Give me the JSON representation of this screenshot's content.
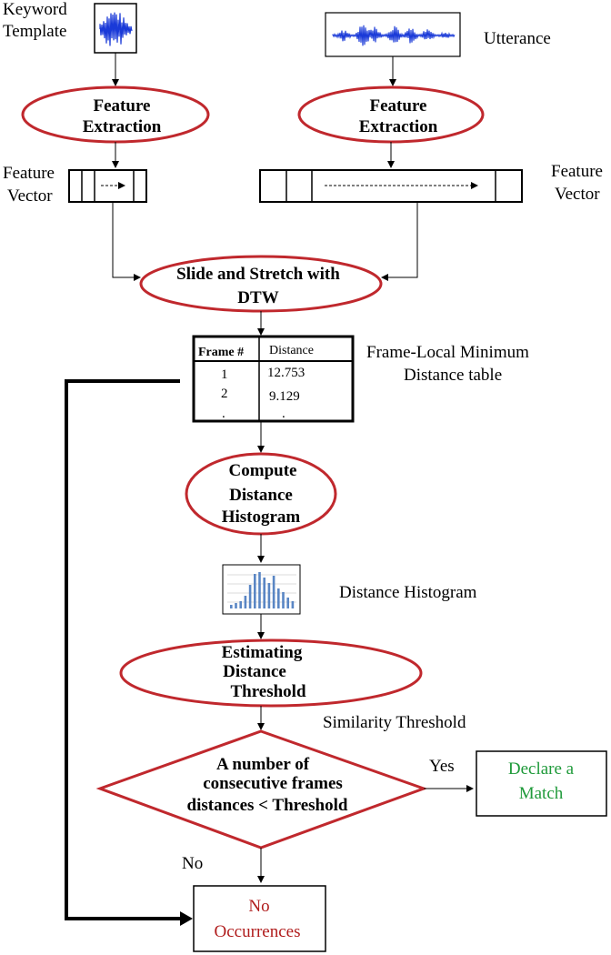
{
  "colors": {
    "ellipse_stroke": "#c0282d",
    "waveform": "#1a3ad8",
    "match_text": "#1f9a3a",
    "no_occ_text": "#b01c1c",
    "histogram_bar": "#5a86c4"
  },
  "inputs": {
    "keyword_template": [
      "Keyword",
      "Template"
    ],
    "utterance": "Utterance",
    "feature_vector_left": [
      "Feature",
      "Vector"
    ],
    "feature_vector_right": [
      "Feature",
      "Vector"
    ]
  },
  "nodes": {
    "fe_left": [
      "Feature",
      "Extraction"
    ],
    "fe_right": [
      "Feature",
      "Extraction"
    ],
    "slide": [
      "Slide and Stretch with",
      "DTW"
    ],
    "compute": [
      "Compute",
      "Distance",
      "Histogram"
    ],
    "estimate": [
      "Estimating",
      "Distance",
      "Threshold"
    ],
    "decision": [
      "A number of",
      "consecutive frames",
      "distances < Threshold"
    ],
    "match": [
      "Declare a",
      "Match"
    ],
    "no_occ": [
      "No",
      "Occurrences"
    ]
  },
  "table": {
    "header": [
      "Frame #",
      "Distance"
    ],
    "rows": [
      [
        "1",
        "12.753"
      ],
      [
        "2",
        "9.129"
      ],
      [
        ".",
        "."
      ]
    ],
    "caption": [
      "Frame-Local Minimum",
      "Distance table"
    ]
  },
  "captions": {
    "histogram": "Distance Histogram",
    "similarity": "Similarity Threshold",
    "yes": "Yes",
    "no": "No"
  },
  "histogram_values": [
    0.1,
    0.15,
    0.2,
    0.35,
    0.65,
    0.95,
    1.0,
    0.85,
    0.7,
    0.9,
    0.55,
    0.45,
    0.3,
    0.2
  ]
}
